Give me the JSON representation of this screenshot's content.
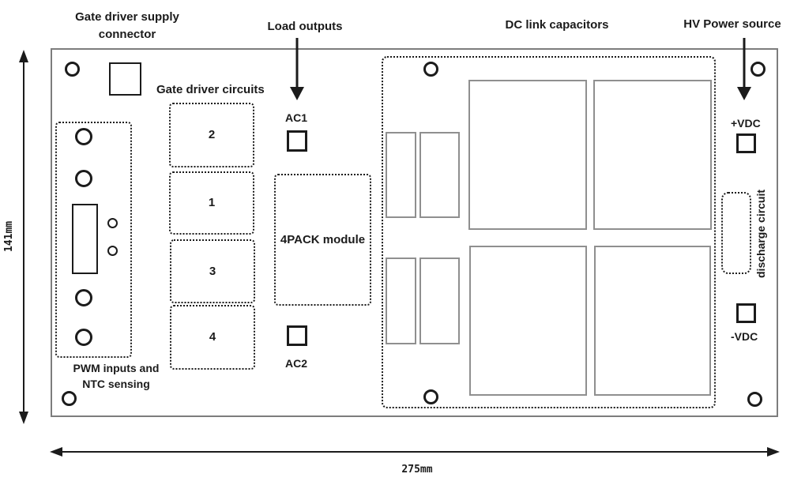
{
  "annotations": {
    "gate_driver_supply_connector": "Gate driver supply connector",
    "gate_driver_circuits": "Gate driver circuits",
    "load_outputs": "Load outputs",
    "dc_link_capacitors": "DC link capacitors",
    "hv_power_source": "HV Power source",
    "pwm_ntc": "PWM inputs and NTC sensing",
    "module_4pack": "4PACK module",
    "discharge_circuit": "discharge circuit"
  },
  "terminals": {
    "ac1": "AC1",
    "ac2": "AC2",
    "vdc_plus": "+VDC",
    "vdc_minus": "-VDC"
  },
  "gate_driver_boxes": [
    {
      "label": "2"
    },
    {
      "label": "1"
    },
    {
      "label": "3"
    },
    {
      "label": "4"
    }
  ],
  "dimensions": {
    "height": "141mm",
    "width": "275mm"
  },
  "colors": {
    "ink": "#1b1b1b",
    "board_border": "#7d7d7d",
    "capacitor_border": "#8f8f8f"
  }
}
